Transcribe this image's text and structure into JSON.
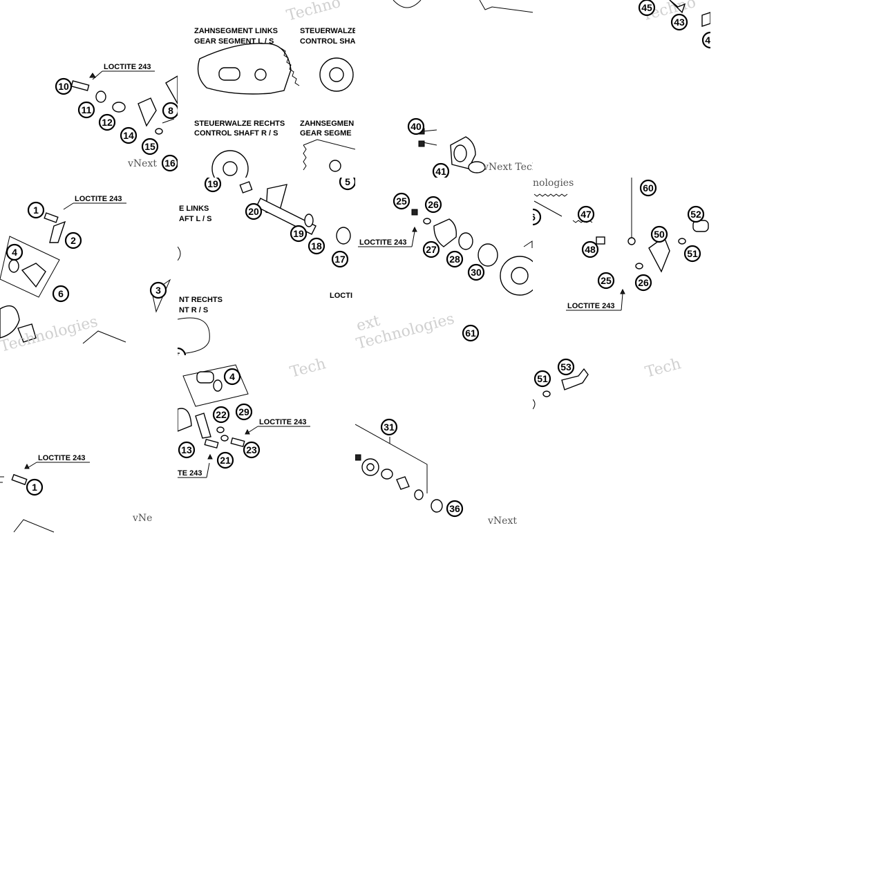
{
  "diagram": {
    "loctite_label": "LOCTITE 243",
    "titles": {
      "gear_segment_left_de": "ZAHNSEGMENT LINKS",
      "gear_segment_left_en": "GEAR SEGMENT L / S",
      "control_shaft_left_de": "STEUERWALZE",
      "control_shaft_left_en": "CONTROL SHA",
      "control_shaft_right_de": "STEUERWALZE RECHTS",
      "control_shaft_right_en": "CONTROL SHAFT R / S",
      "gear_segment_right_de": "ZAHNSEGMEN",
      "gear_segment_right_en": "GEAR SEGME",
      "frag_links": "E LINKS",
      "frag_shaft_l": "AFT L / S",
      "frag_rechts": "NT RECHTS",
      "frag_rs": "NT R / S",
      "frag_loctite_cut": "LOCTI",
      "frag_te243": "TE 243"
    },
    "watermarks": {
      "techno": "Techno",
      "technologies": "Technologies",
      "vnext": "vNext",
      "vnext_techno": "vNext Techno",
      "tech": "Tech",
      "nologies": "nologies",
      "ext": "ext",
      "vne": "vNe"
    },
    "callouts": {
      "c1": "1",
      "c2": "2",
      "c3": "3",
      "c4": "4",
      "c5": "5",
      "c6": "6",
      "c8": "8",
      "c10": "10",
      "c11": "11",
      "c12": "12",
      "c13": "13",
      "c14": "14",
      "c15": "15",
      "c16": "16",
      "c17": "17",
      "c18": "18",
      "c19": "19",
      "c20": "20",
      "c21": "21",
      "c22": "22",
      "c23": "23",
      "c25": "25",
      "c26": "26",
      "c27": "27",
      "c28": "28",
      "c29": "29",
      "c30": "30",
      "c31": "31",
      "c36": "36",
      "c40": "40",
      "c41": "41",
      "c43": "43",
      "c45": "45",
      "c47": "47",
      "c48": "48",
      "c50": "50",
      "c51": "51",
      "c52": "52",
      "c53": "53",
      "c60": "60",
      "c61": "61"
    }
  }
}
